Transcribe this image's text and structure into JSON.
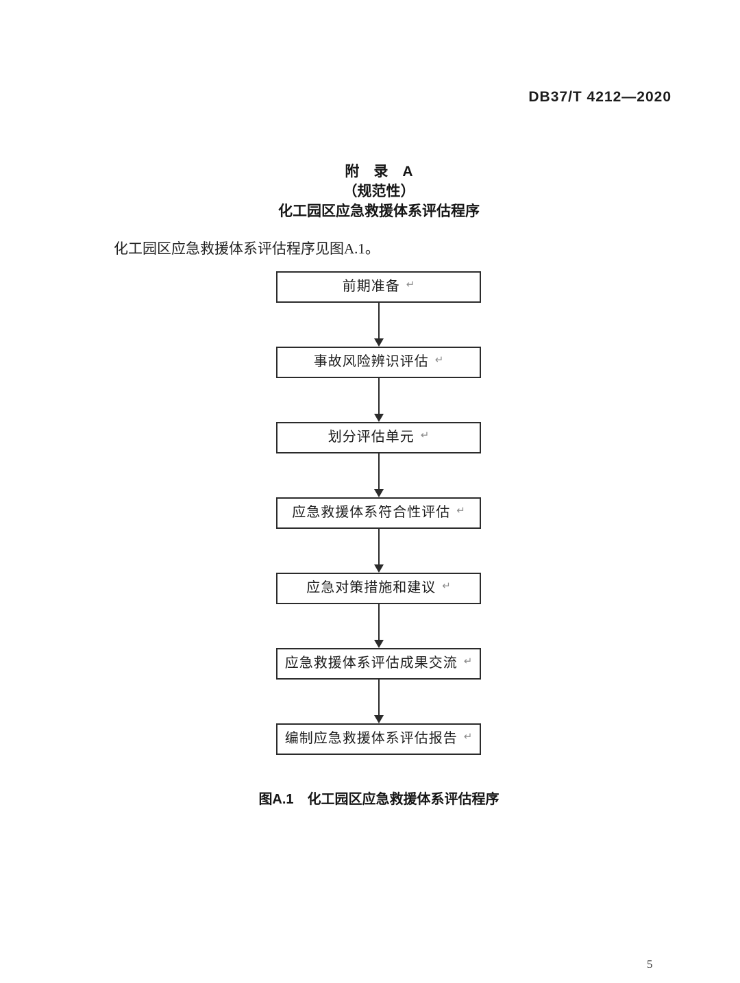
{
  "page": {
    "header": "DB37/T 4212—2020",
    "page_number": "5"
  },
  "appendix": {
    "title_line1": "附　录　A",
    "title_line2": "（规范性）",
    "title_line3": "化工园区应急救援体系评估程序",
    "intro_text": "化工园区应急救援体系评估程序见图A.1。"
  },
  "flowchart": {
    "return_mark": "↵",
    "steps": [
      {
        "label": "前期准备"
      },
      {
        "label": "事故风险辨识评估"
      },
      {
        "label": "划分评估单元"
      },
      {
        "label": "应急救援体系符合性评估"
      },
      {
        "label": "应急对策措施和建议"
      },
      {
        "label": "应急救援体系评估成果交流"
      },
      {
        "label": "编制应急救援体系评估报告"
      }
    ],
    "caption_prefix": "图A.1",
    "caption_text": "化工园区应急救援体系评估程序"
  }
}
